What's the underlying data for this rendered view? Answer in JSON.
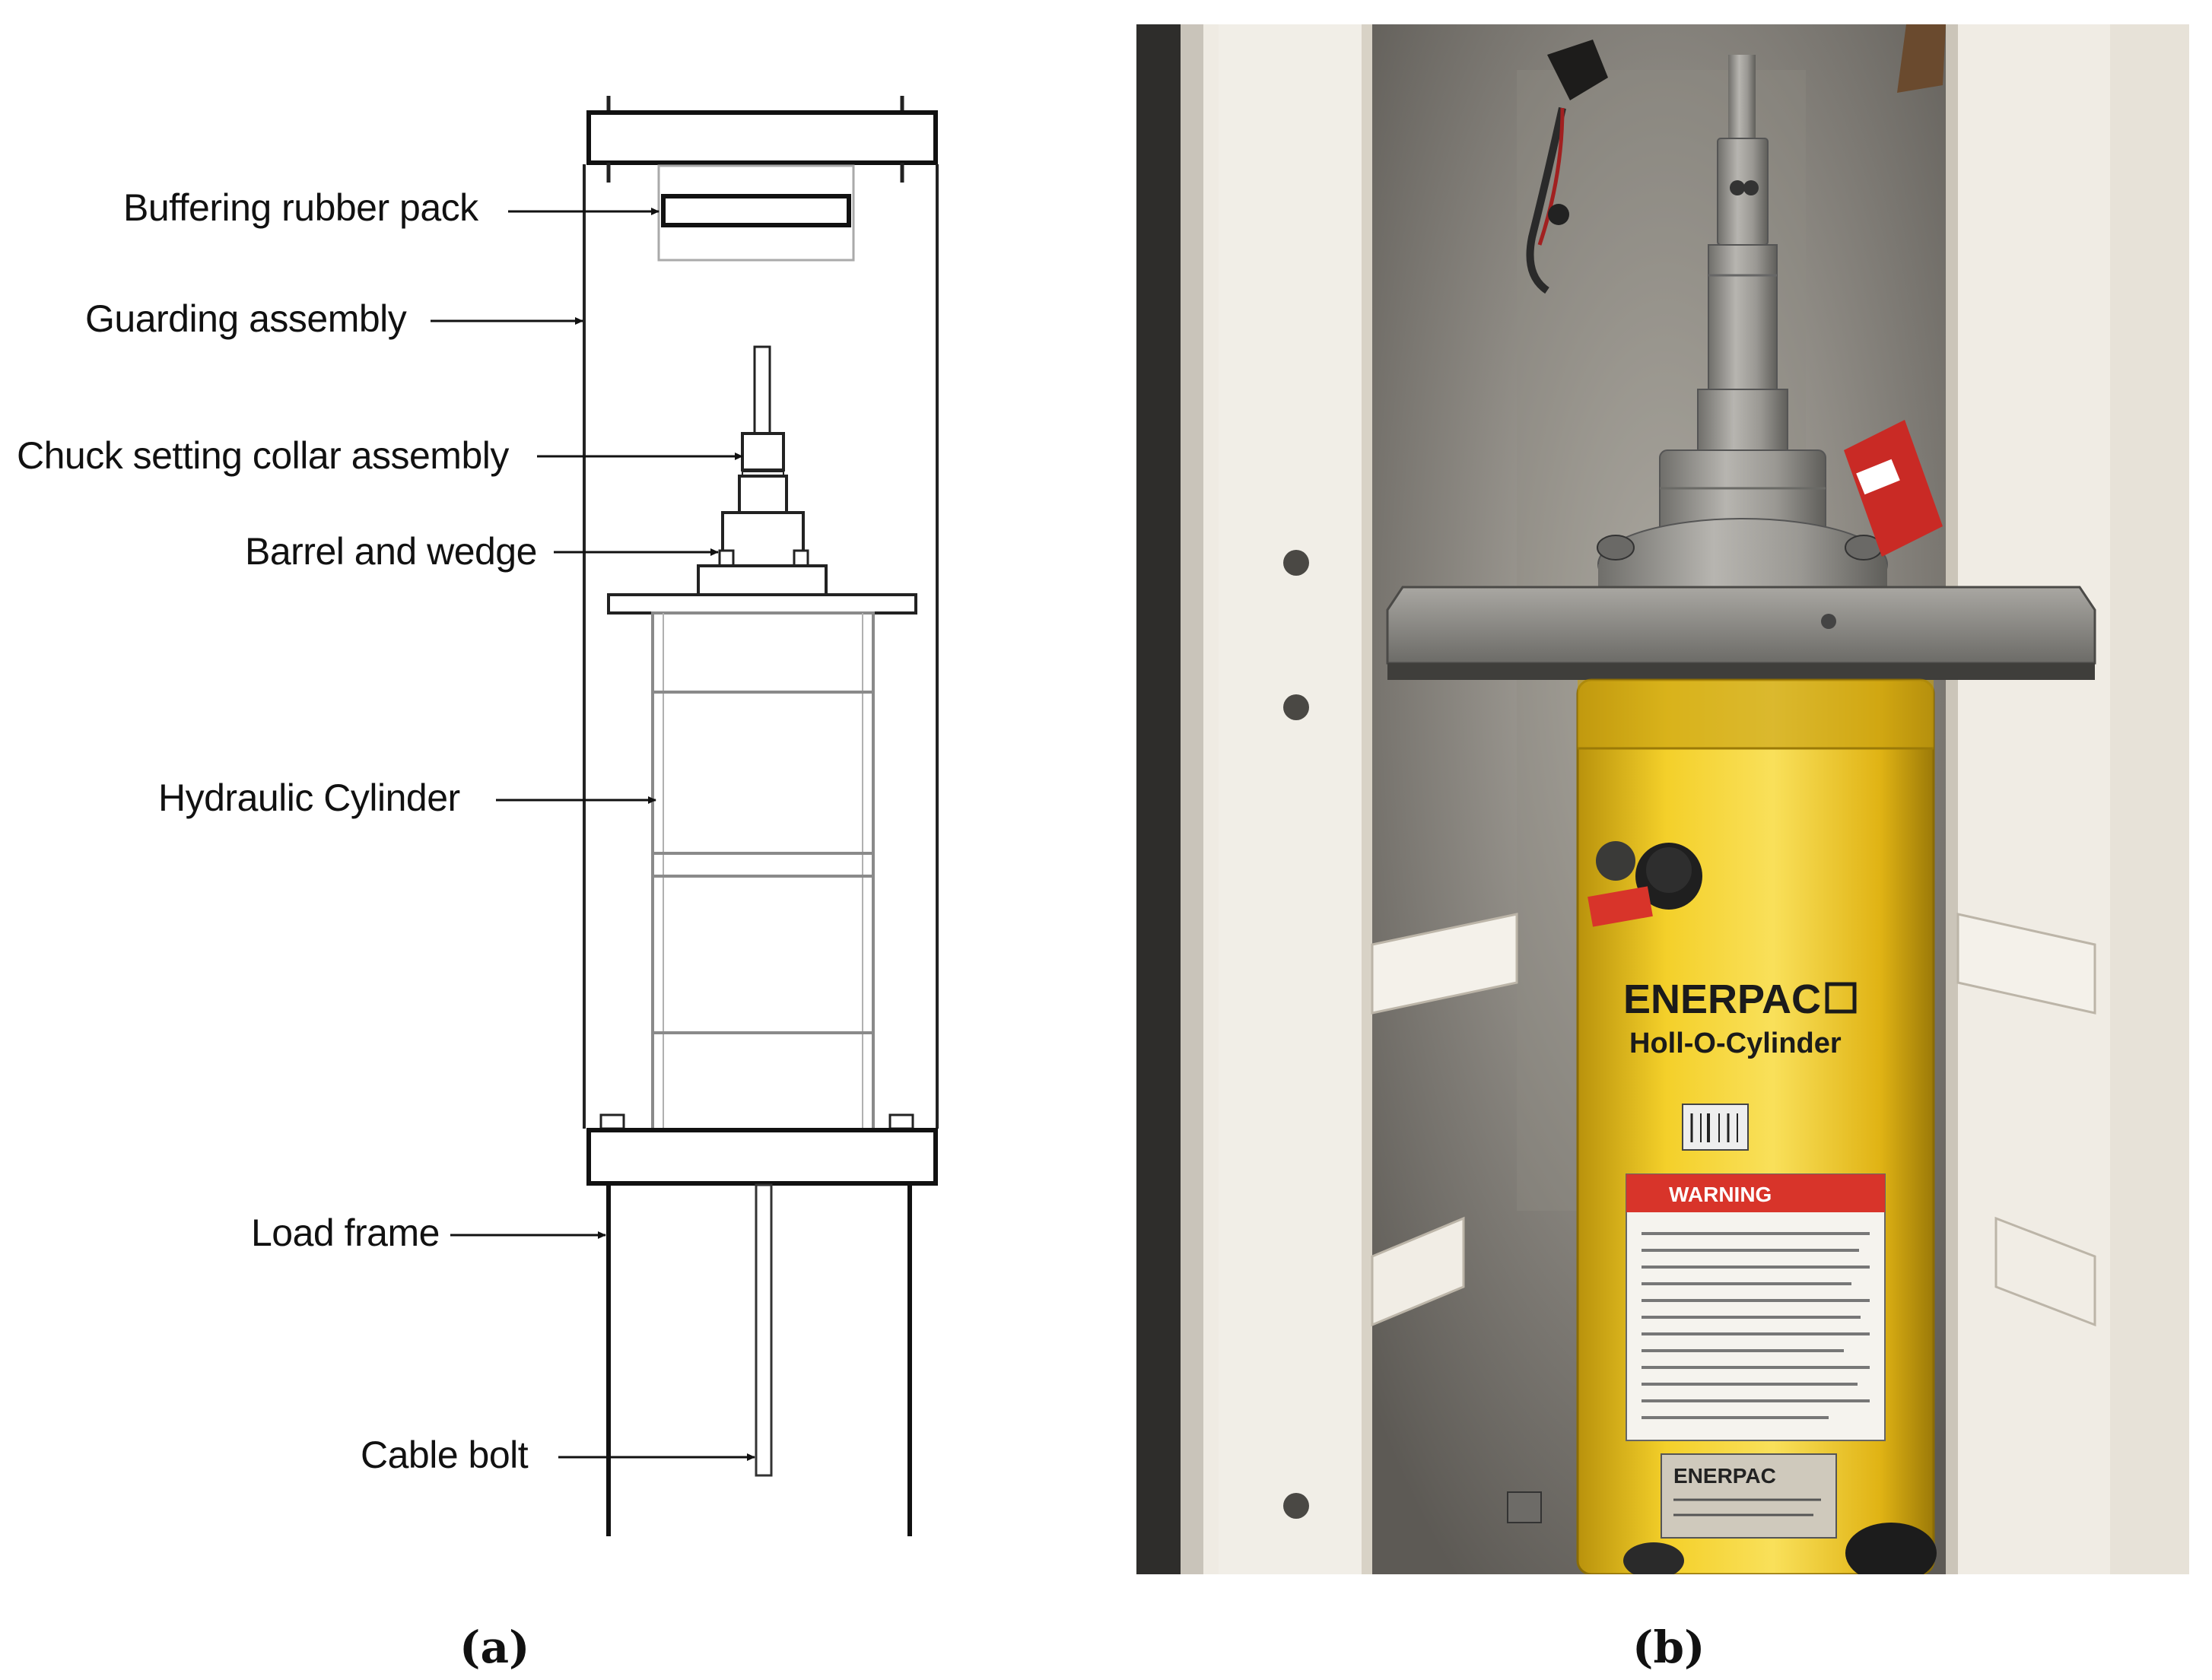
{
  "panel_a": {
    "caption": "(a)",
    "labels": {
      "buffering_rubber_pack": "Buffering rubber pack",
      "guarding_assembly": "Guarding assembly",
      "chuck_setting_collar_assembly": "Chuck setting collar assembly",
      "barrel_and_wedge": "Barrel and wedge",
      "hydraulic_cylinder": "Hydraulic Cylinder",
      "load_frame": "Load frame",
      "cable_bolt": "Cable bolt"
    }
  },
  "panel_b": {
    "caption": "(b)",
    "cylinder_brand": "ENERPAC",
    "cylinder_model": "Holl-O-Cylinder",
    "warning_text": "WARNING",
    "nameplate_text": "ENERPAC",
    "colors": {
      "cylinder_yellow": "#f2cc1c",
      "frame_white": "#ece8df",
      "steel_gray": "#8f8d88",
      "warning_red": "#d8342a"
    }
  }
}
